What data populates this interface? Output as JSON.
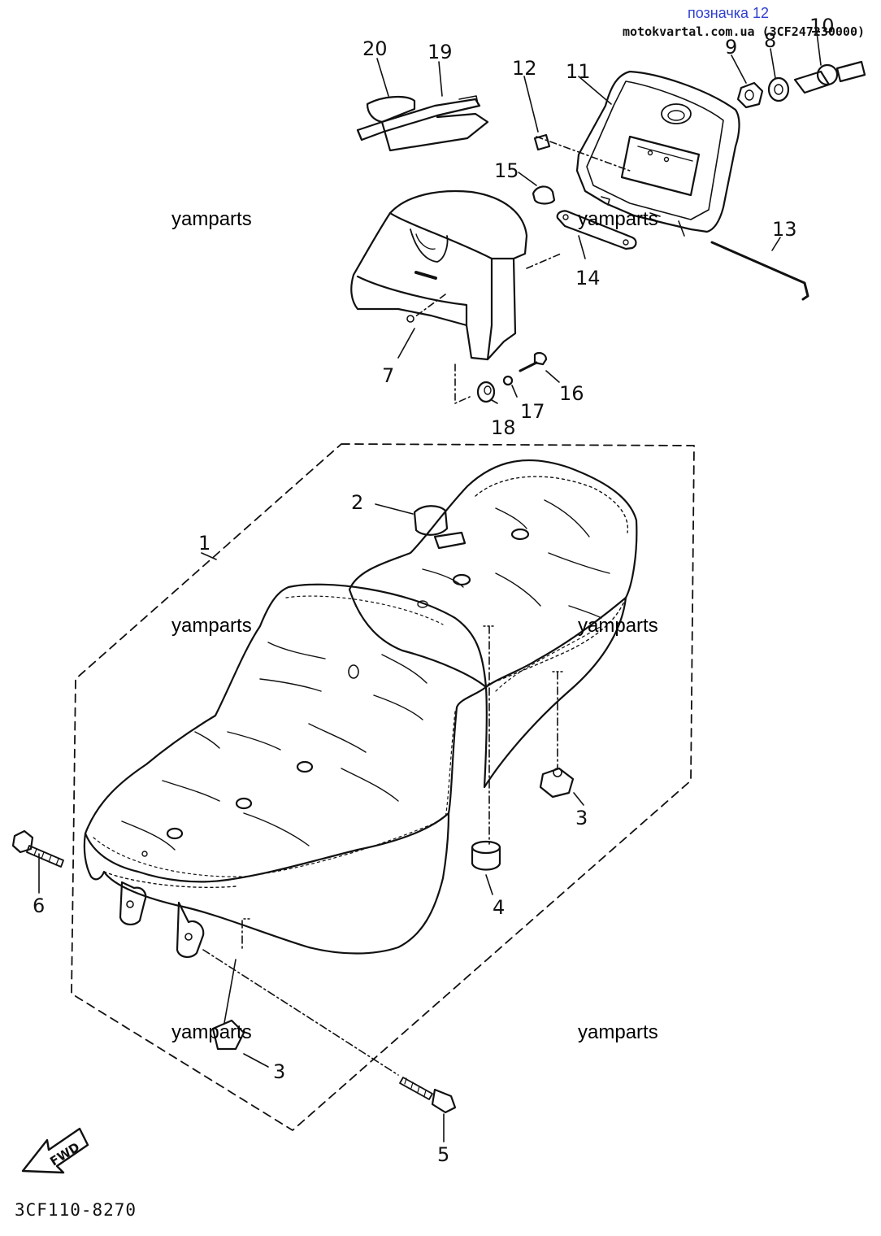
{
  "header": {
    "title": "позначка 12",
    "site": "motokvartal.com.ua (3CF247230000)"
  },
  "watermark": "yamparts",
  "diagram_code": "3CF110-8270",
  "fwd_label": "FWD",
  "callouts": [
    "1",
    "2",
    "3",
    "3",
    "4",
    "5",
    "6",
    "7",
    "8",
    "9",
    "10",
    "11",
    "12",
    "13",
    "14",
    "15",
    "16",
    "17",
    "18",
    "19",
    "20"
  ]
}
